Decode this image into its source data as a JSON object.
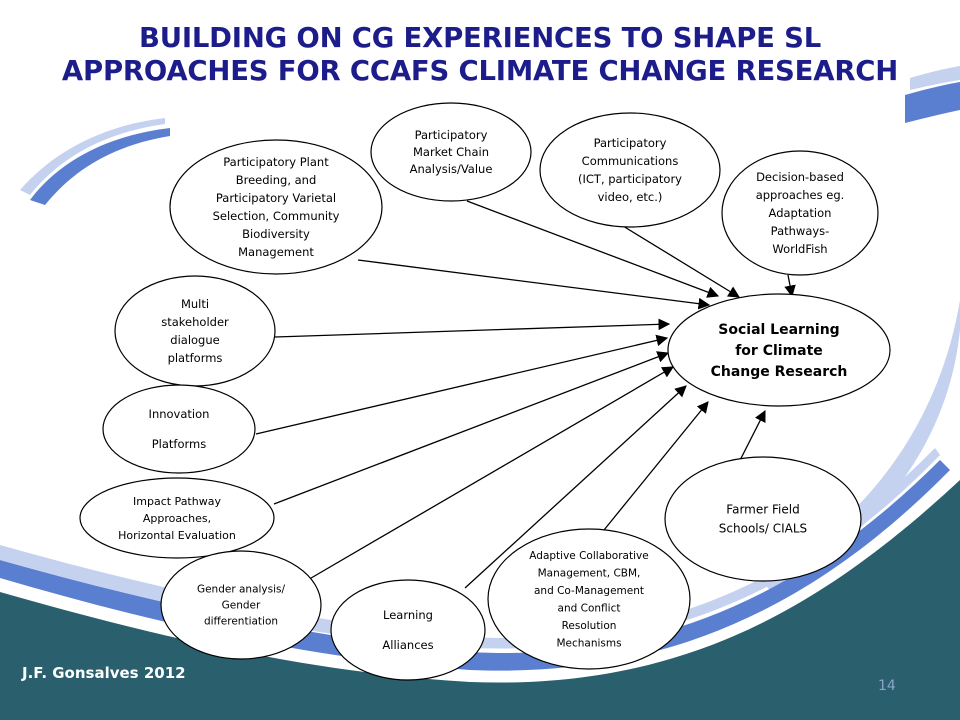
{
  "title": {
    "line1": "BUILDING ON CG EXPERIENCES TO SHAPE SL",
    "line2": "APPROACHES FOR CCAFS CLIMATE CHANGE RESEARCH"
  },
  "center_node": {
    "lines": [
      "Social Learning",
      "for Climate",
      "Change Research"
    ]
  },
  "nodes": [
    {
      "id": "plant-breeding",
      "lines": [
        "Participatory Plant",
        "Breeding, and",
        "Participatory Varietal",
        "Selection, Community",
        "Biodiversity",
        "Management"
      ]
    },
    {
      "id": "market-chain",
      "lines": [
        "Participatory",
        "Market Chain",
        "Analysis/Value"
      ]
    },
    {
      "id": "communications",
      "lines": [
        "Participatory",
        "Communications",
        "(ICT, participatory",
        "video, etc.)"
      ]
    },
    {
      "id": "decision-based",
      "lines": [
        "Decision-based",
        "approaches eg.",
        "Adaptation",
        "Pathways-",
        "WorldFish"
      ]
    },
    {
      "id": "multi-stakeholder",
      "lines": [
        "Multi",
        "stakeholder",
        "dialogue",
        "platforms"
      ]
    },
    {
      "id": "innovation",
      "lines": [
        "Innovation",
        "Platforms"
      ]
    },
    {
      "id": "impact-pathway",
      "lines": [
        "Impact Pathway",
        "Approaches,",
        "Horizontal Evaluation"
      ]
    },
    {
      "id": "gender",
      "lines": [
        "Gender analysis/",
        "Gender",
        "differentiation"
      ]
    },
    {
      "id": "learning-alliances",
      "lines": [
        "Learning",
        "Alliances"
      ]
    },
    {
      "id": "adaptive-collab",
      "lines": [
        "Adaptive Collaborative",
        "Management, CBM,",
        "and Co-Management",
        "and Conflict",
        "Resolution",
        "Mechanisms"
      ]
    },
    {
      "id": "farmer-field",
      "lines": [
        "Farmer Field",
        "Schools/ CIALS"
      ]
    }
  ],
  "footer": {
    "credit": "J.F. Gonsalves 2012",
    "page_number": "14"
  },
  "colors": {
    "title": "#1c1c8a",
    "teal_band": "#2a5f6e",
    "blue_swoosh": "#5b7fd0",
    "light_swoosh": "#c5d2ef",
    "line": "#000000"
  }
}
